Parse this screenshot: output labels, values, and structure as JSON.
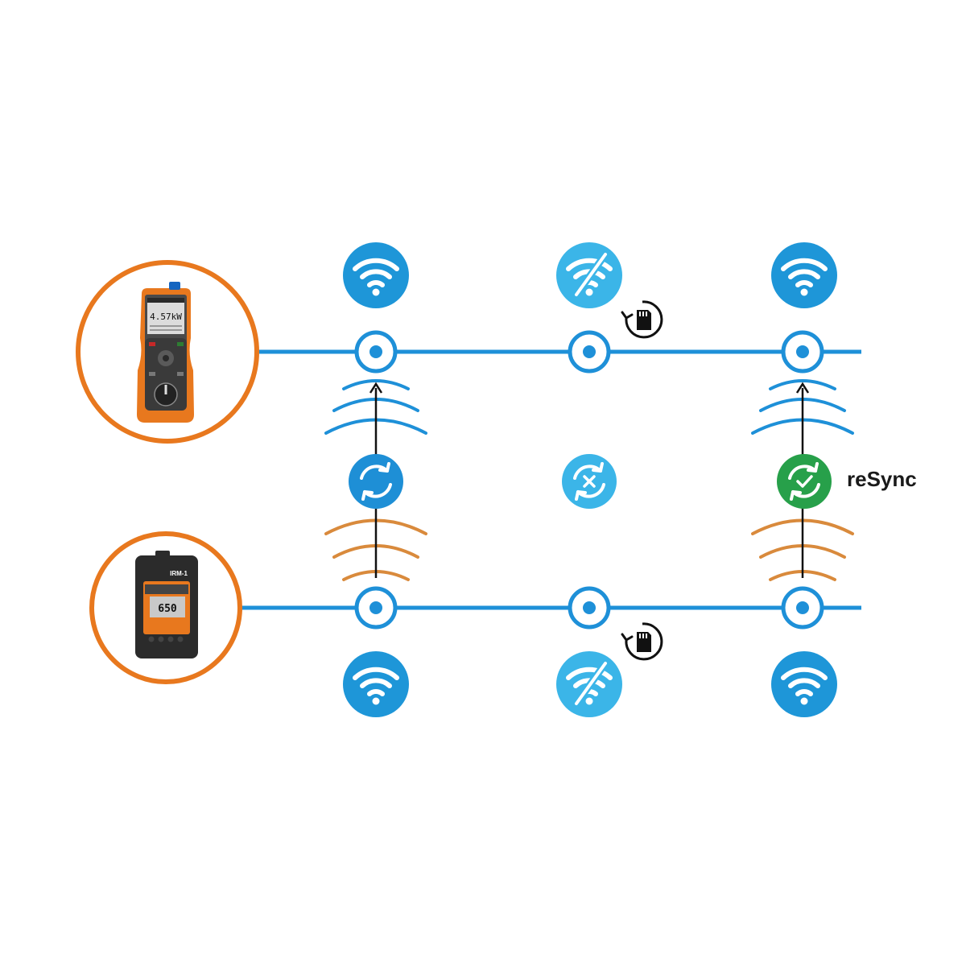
{
  "resync": {
    "label": "reSync",
    "states": [
      "sync",
      "sync-failed",
      "sync-ok"
    ]
  },
  "devices": [
    {
      "id": "meter",
      "screen_reading": "4.57kW",
      "wifi_states": [
        "connected",
        "disconnected",
        "connected"
      ]
    },
    {
      "id": "recorder",
      "model_label": "IRM-1",
      "screen_reading": "650",
      "wifi_states": [
        "connected",
        "disconnected",
        "connected"
      ]
    }
  ],
  "colors": {
    "line_blue": "#1e90d8",
    "wifi_blue": "#1e96d8",
    "wifi_light": "#3bb5e8",
    "device_orange": "#e8781e",
    "sync_green": "#27a04a",
    "wave_blue": "#1e90d8",
    "wave_orange": "#d98a3c"
  },
  "icons": [
    "wifi-icon",
    "wifi-off-icon",
    "sync-icon",
    "sync-error-icon",
    "sync-check-icon",
    "sd-card-sync-icon"
  ]
}
